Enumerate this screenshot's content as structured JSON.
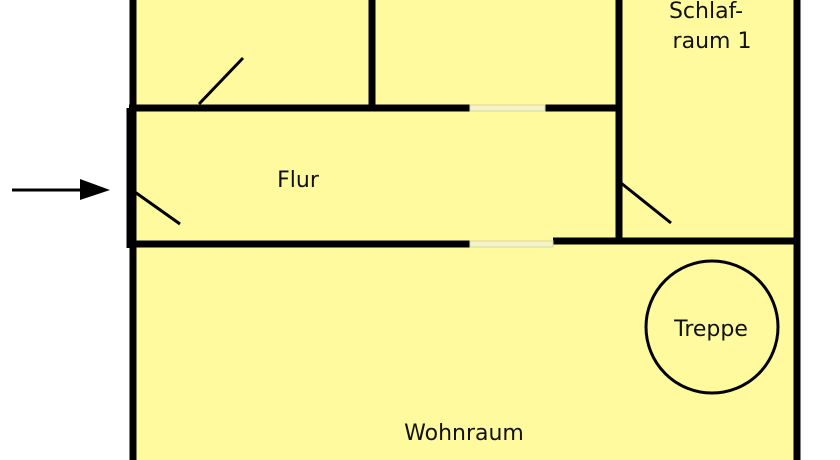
{
  "floor_plan": {
    "rooms": {
      "bedroom_line1": "Schlaf-",
      "bedroom_line2": "raum 1",
      "hallway": "Flur",
      "stairs": "Treppe",
      "living_room": "Wohnraum"
    },
    "colors": {
      "room_fill": "#FFFA9E",
      "wall": "#000000",
      "window": "#E8E8B0"
    },
    "entrance_arrow_icon": "arrow-right-icon"
  }
}
